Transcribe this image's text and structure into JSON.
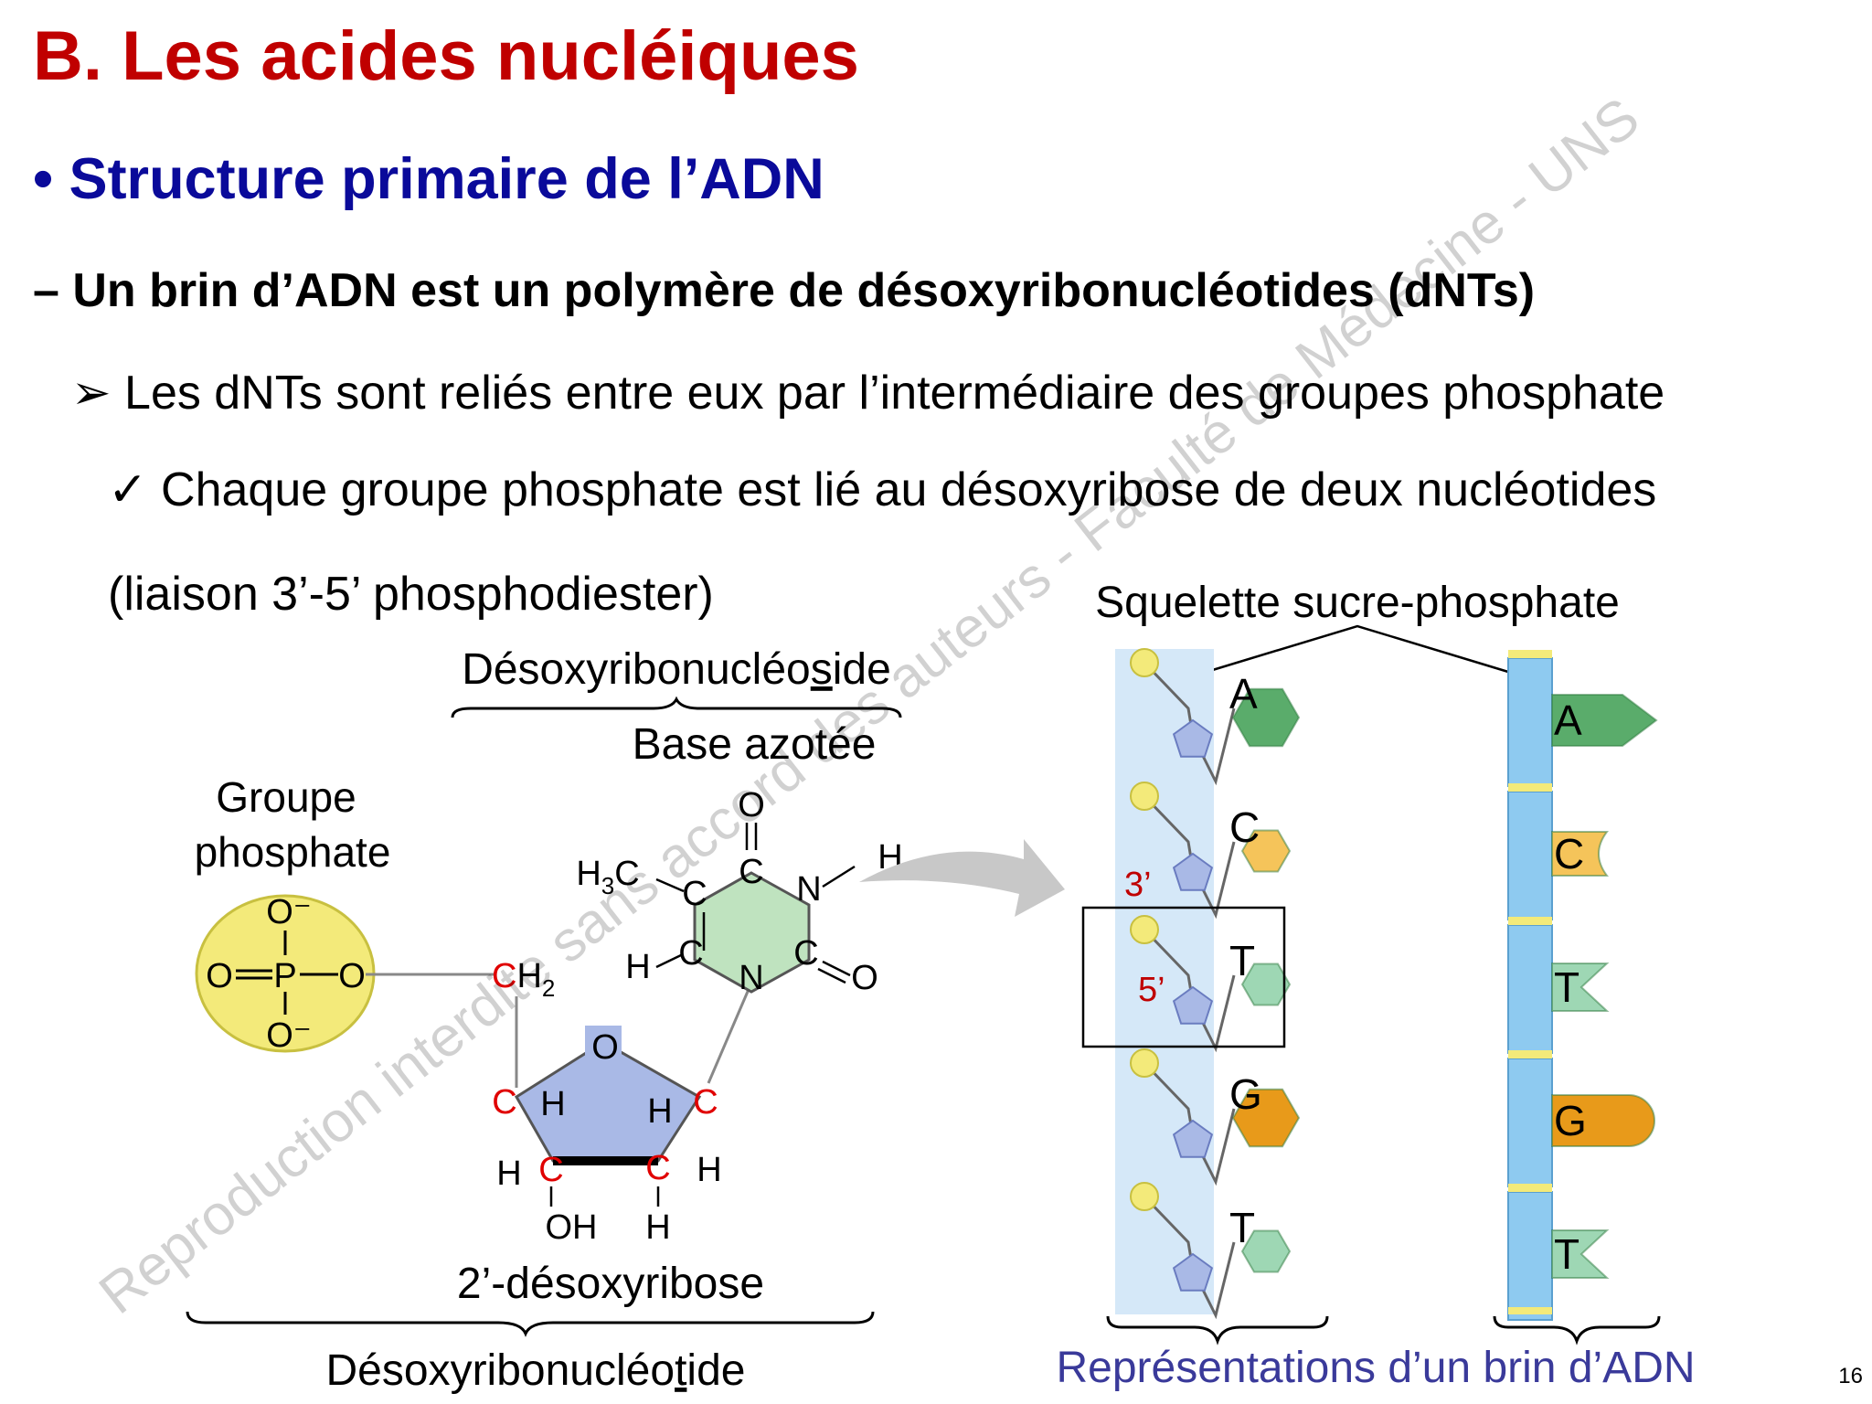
{
  "slide": {
    "title": "B. Les acides nucléiques",
    "subtitle": "• Structure primaire de l’ADN",
    "point1": "– Un brin d’ADN est un polymère de désoxyribonucléotides (dNTs)",
    "point2": "➢ Les dNTs sont reliés entre eux par l’intermédiaire des groupes phosphate",
    "point3": "✓ Chaque groupe phosphate est lié au désoxyribose de deux nucléotides",
    "point3_cont": "(liaison 3’-5’ phosphodiester)",
    "page_number": "16",
    "watermark": "Reproduction interdite sans accord des auteurs - Faculté de Médecine - UNS"
  },
  "figure": {
    "label_nucleoside_pre": "Désoxyribonucléo",
    "label_nucleoside_u": "s",
    "label_nucleoside_post": "ide",
    "label_base": "Base azotée",
    "label_phosphate_1": "Groupe",
    "label_phosphate_2": "phosphate",
    "label_sugar": "2’-désoxyribose",
    "label_nucleotide_pre": "Désoxyribonucléo",
    "label_nucleotide_u": "t",
    "label_nucleotide_post": "ide",
    "label_backbone": "Squelette sucre-phosphate",
    "label_representations": "Représentations d’un brin d’ADN",
    "end_3": "3’",
    "end_5": "5’",
    "strand_bases": [
      "A",
      "C",
      "T",
      "G",
      "T"
    ],
    "colors": {
      "A": "#5aac6b",
      "C": "#f5c45a",
      "T": "#9ed7b4",
      "G": "#e89a1a",
      "phosphate": "#f3ea7a",
      "sugar": "#a9b9e6",
      "base_ring": "#bfe3bf",
      "strand_bg": "#d5e8f8",
      "strand_bar": "#8ecaf0",
      "red": "#c00000",
      "blue": "#3a3a9a"
    }
  }
}
